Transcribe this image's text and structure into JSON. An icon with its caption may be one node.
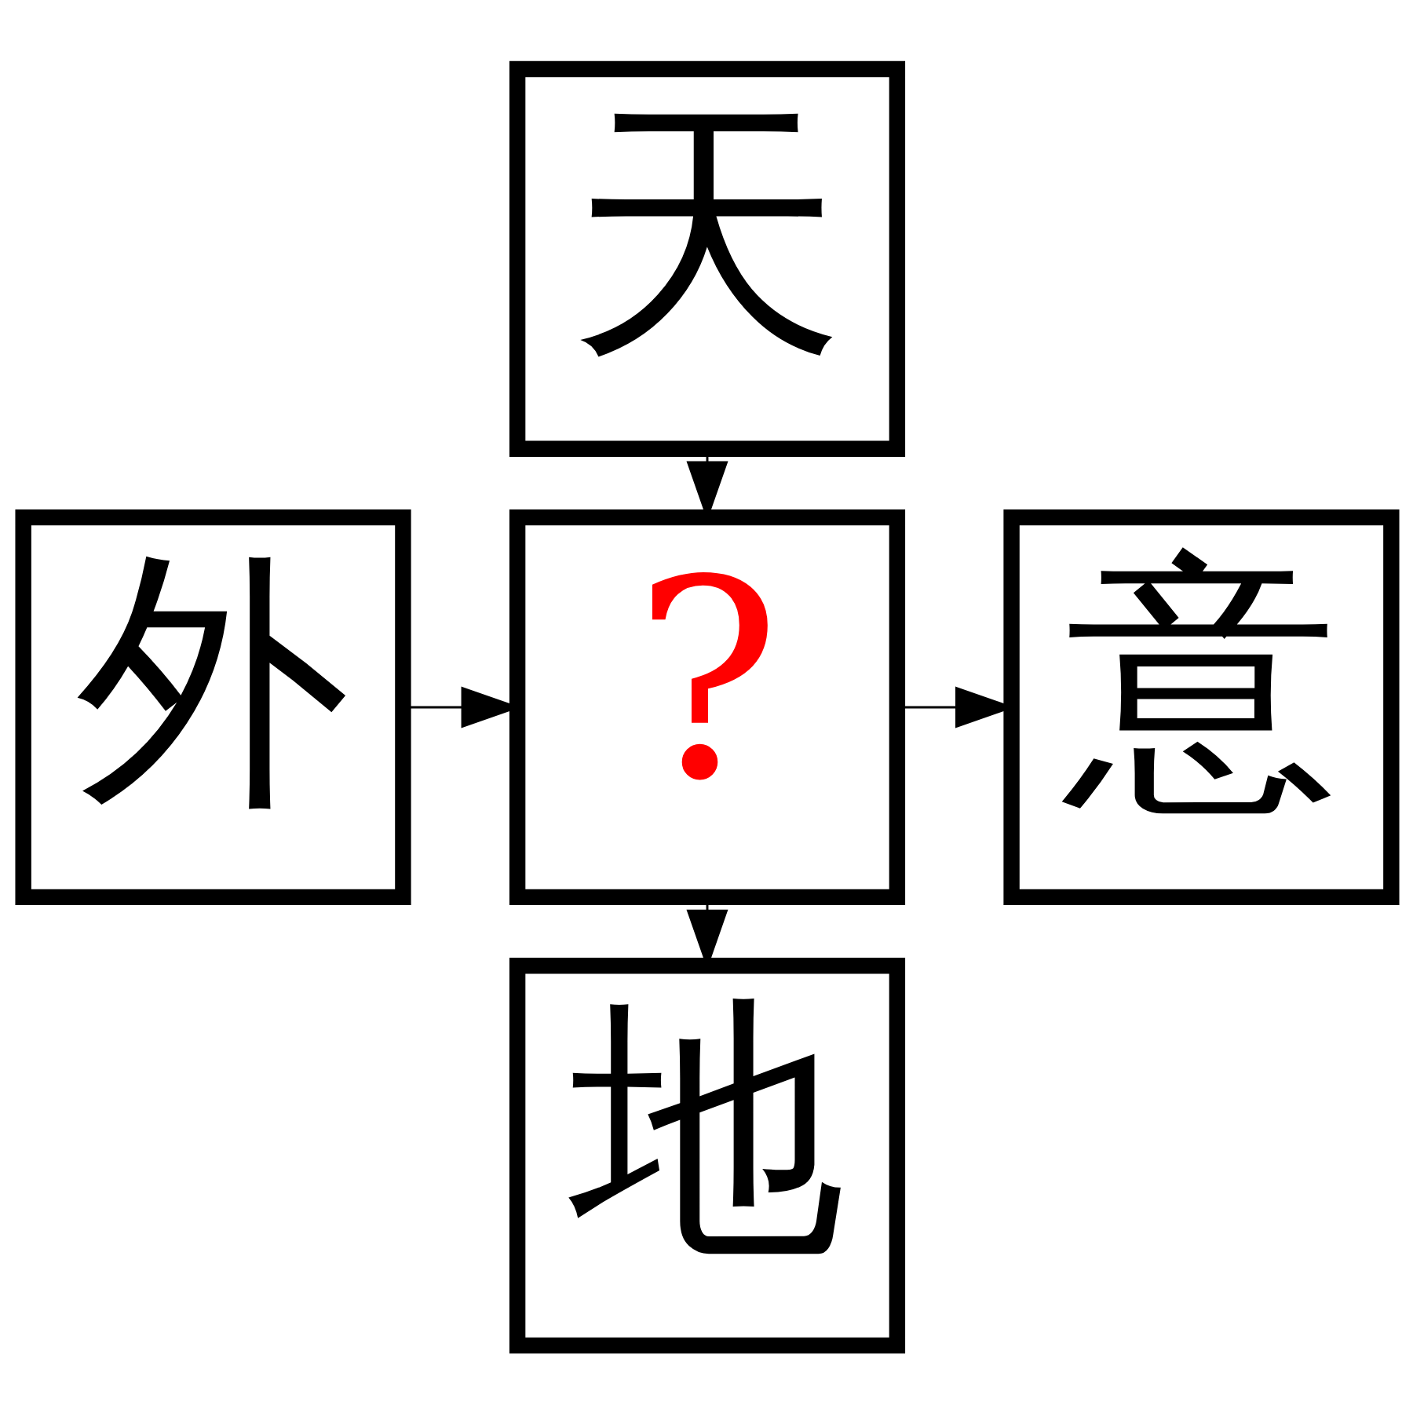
{
  "diagram": {
    "nodes": [
      {
        "text": [
          "天"
        ]
      },
      {
        "text": [
          "外"
        ]
      },
      {
        "text": [
          "?"
        ]
      },
      {
        "text": [
          "意"
        ]
      },
      {
        "text": [
          "地"
        ]
      }
    ],
    "edges": [
      {
        "from": 0,
        "to": 2,
        "arrow": "to"
      },
      {
        "from": 1,
        "to": 2,
        "arrow": "to"
      },
      {
        "from": 2,
        "to": 3,
        "arrow": "to"
      },
      {
        "from": 2,
        "to": 4,
        "arrow": "to"
      }
    ]
  }
}
